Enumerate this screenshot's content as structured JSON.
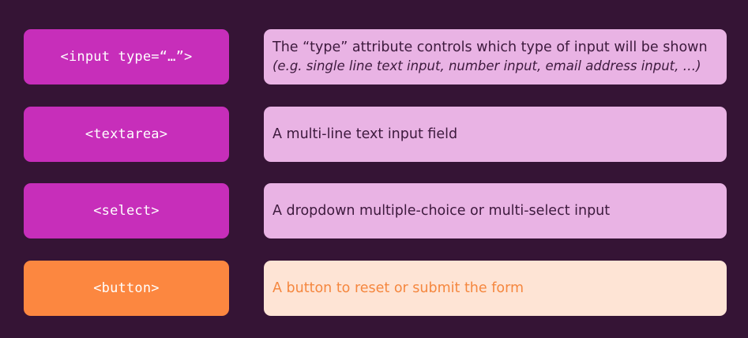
{
  "colors": {
    "background": "#351435",
    "tag_purple": "#c72eba",
    "desc_purple": "#e9b3e4",
    "tag_orange": "#fc8740",
    "desc_orange": "#fee4d5",
    "text_dark": "#3d1a3d",
    "text_orange": "#f5873f"
  },
  "rows": [
    {
      "tag": "<input type=“…”>",
      "description": "The “type” attribute controls which type of input will be shown",
      "note": "(e.g. single line text input, number input, email address input, …)"
    },
    {
      "tag": "<textarea>",
      "description": "A multi-line text input field"
    },
    {
      "tag": "<select>",
      "description": "A dropdown multiple-choice or multi-select input"
    },
    {
      "tag": "<button>",
      "description": "A button to reset or submit the form"
    }
  ]
}
